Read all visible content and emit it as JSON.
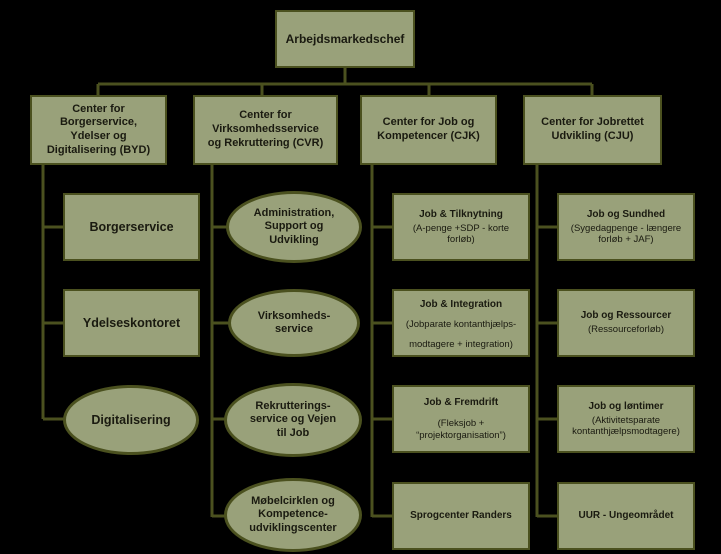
{
  "colors": {
    "background": "#000000",
    "node_fill": "#99a17a",
    "node_border": "#4b511f",
    "connector": "#4b511f",
    "text": "#1a1a10"
  },
  "root": {
    "label": "Arbejdsmarkedschef"
  },
  "columns": [
    {
      "header": "Center for\nBorgerservice,\nYdelser og\nDigitalisering (BYD)",
      "children": [
        {
          "label": "Borgerservice",
          "shape": "rect"
        },
        {
          "label": "Ydelseskontoret",
          "shape": "rect"
        },
        {
          "label": "Digitalisering",
          "shape": "ellipse"
        }
      ]
    },
    {
      "header": "Center for\nVirksomhedsservice\nog Rekruttering (CVR)",
      "children": [
        {
          "label": "Administration,\nSupport og\nUdvikling",
          "shape": "ellipse"
        },
        {
          "label": "Virksomheds-\nservice",
          "shape": "ellipse"
        },
        {
          "label": "Rekrutterings-\nservice og Vejen\ntil Job",
          "shape": "ellipse"
        },
        {
          "label": "Møbelcirklen og\nKompetence-\nudviklingscenter",
          "shape": "ellipse"
        }
      ]
    },
    {
      "header": "Center for Job og\nKompetencer (CJK)",
      "children": [
        {
          "title": "Job & Tilknytning",
          "sub": "(A-penge +SDP - korte\nforløb)",
          "shape": "rect"
        },
        {
          "title": "Job & Integration",
          "sub": "(Jobparate kontanthjælps-modtagere  + integration)",
          "shape": "rect"
        },
        {
          "title": "Job & Fremdrift",
          "sub": "(Fleksjob +\n“projektorganisation”)",
          "shape": "rect"
        },
        {
          "title": "Sprogcenter Randers",
          "sub": "",
          "shape": "rect"
        }
      ]
    },
    {
      "header": "Center for Jobrettet\nUdvikling (CJU)",
      "children": [
        {
          "title": "Job og Sundhed",
          "sub": "(Sygedagpenge  - længere\nforløb + JAF)",
          "shape": "rect"
        },
        {
          "title": "Job og Ressourcer",
          "sub": "(Ressourceforløb)",
          "shape": "rect"
        },
        {
          "title": "Job og løntimer",
          "sub": "(Aktivitetsparate\nkontanthjælpsmodtagere)",
          "shape": "rect"
        },
        {
          "title": "UUR - Ungeområdet",
          "sub": "",
          "shape": "rect"
        }
      ]
    }
  ]
}
